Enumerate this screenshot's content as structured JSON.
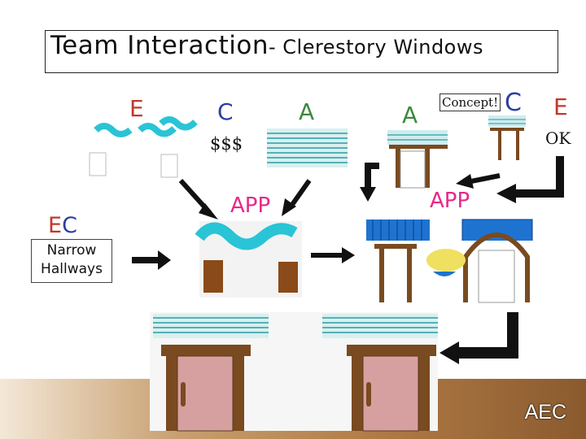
{
  "title": {
    "main": "Team Interaction",
    "sub": "- Clerestory Windows"
  },
  "letters": {
    "e1": "E",
    "c1": "C",
    "a1": "A",
    "a2": "A",
    "c2": "C",
    "e2": "E",
    "ec_e": "E",
    "ec_c": "C"
  },
  "labels": {
    "money": "$$$",
    "concept": "Concept!",
    "ok": "OK",
    "app1": "APP",
    "app2": "APP",
    "narrow_hallways": "Narrow Hallways",
    "footer": "AEC"
  },
  "colors": {
    "e": "#c0392b",
    "c": "#2b3fa0",
    "a": "#3a8a3a",
    "app": "#e8288a",
    "wave": "#29c4d6",
    "door": "#8a4a1a",
    "door_pink": "#d7a0a0",
    "beam": "#7a4a20",
    "blue_band": "#1e73d0"
  }
}
